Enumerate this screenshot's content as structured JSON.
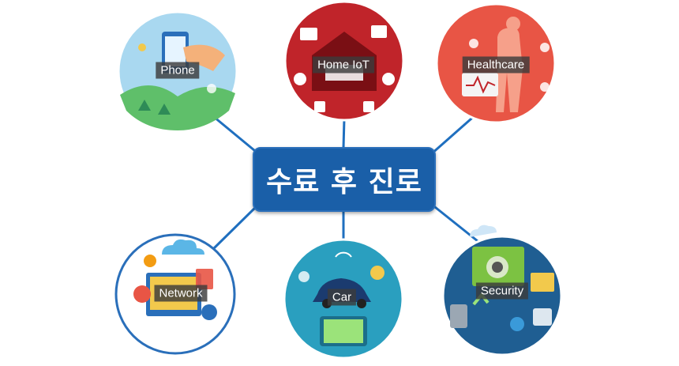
{
  "center": {
    "label": "수료 후 진로"
  },
  "nodes": [
    {
      "key": "phone",
      "label": "Phone",
      "theme": "#a9d8f0",
      "accent": "#3aa0d8"
    },
    {
      "key": "home-iot",
      "label": "Home IoT",
      "theme": "#c0242a",
      "accent": "#7a0f14"
    },
    {
      "key": "healthcare",
      "label": "Healthcare",
      "theme": "#e85545",
      "accent": "#f6a08a"
    },
    {
      "key": "network",
      "label": "Network",
      "theme": "#ffffff",
      "accent": "#2a6fba"
    },
    {
      "key": "car",
      "label": "Car",
      "theme": "#2a9fbf",
      "accent": "#1b6e8a"
    },
    {
      "key": "security",
      "label": "Security",
      "theme": "#1f5e92",
      "accent": "#7cc242"
    }
  ],
  "colors": {
    "connector": "#1f6fbf",
    "center_fill": "#1a5fa8"
  }
}
